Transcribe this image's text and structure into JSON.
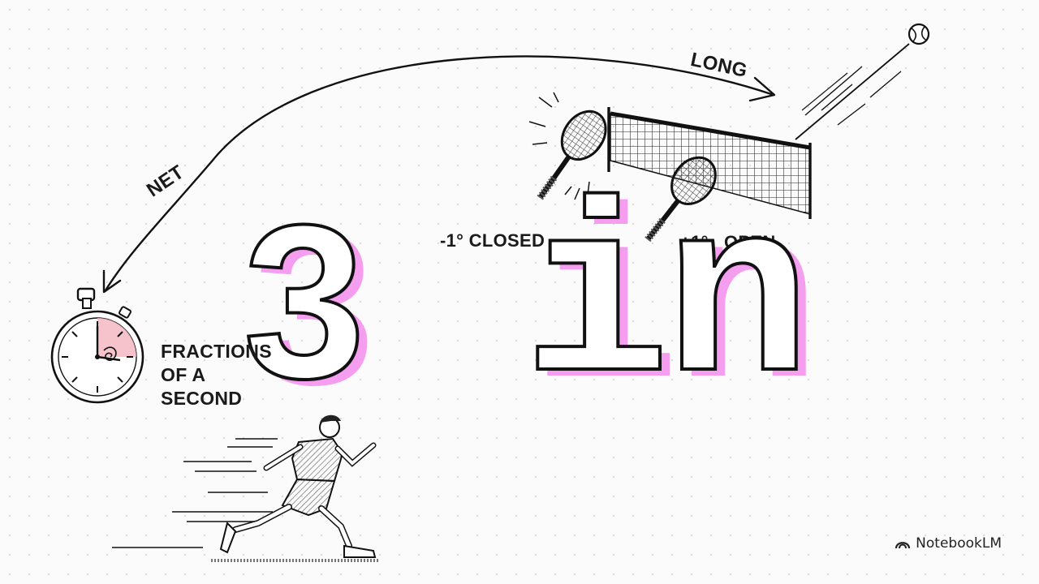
{
  "labels": {
    "net": "NET",
    "long": "LONG",
    "closed": "-1° CLOSED",
    "open_angle": "+1°",
    "open": "OPEN",
    "fractions": [
      "FRACTIONS",
      "OF A",
      "SECOND"
    ]
  },
  "headline": {
    "number": "3",
    "unit": "in"
  },
  "brand": "NotebookLM",
  "colors": {
    "accent": "#f59ef0",
    "ink": "#111111",
    "background": "#fbfbfb"
  },
  "icons": [
    "stopwatch-icon",
    "tennis-racket-icon",
    "tennis-net-icon",
    "tennis-ball-icon",
    "runner-icon",
    "notebooklm-logo-icon"
  ]
}
